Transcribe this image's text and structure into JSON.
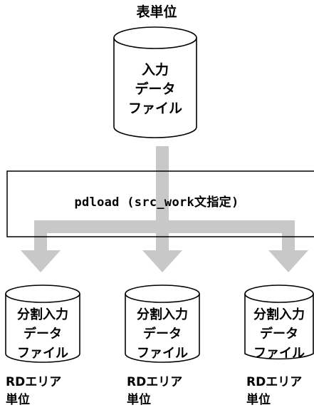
{
  "top": {
    "title": "表単位",
    "file_lines": [
      "入力",
      "データ",
      "ファイル"
    ]
  },
  "process": {
    "label": "pdload (src_work文指定)"
  },
  "outputs": [
    {
      "file_lines": [
        "分割入力",
        "データ",
        "ファイル"
      ],
      "caption_lines": [
        "RDエリア",
        "単位"
      ]
    },
    {
      "file_lines": [
        "分割入力",
        "データ",
        "ファイル"
      ],
      "caption_lines": [
        "RDエリア",
        "単位"
      ]
    },
    {
      "file_lines": [
        "分割入力",
        "データ",
        "ファイル"
      ],
      "caption_lines": [
        "RDエリア",
        "単位"
      ]
    }
  ],
  "colors": {
    "arrow": "#c8c8c8",
    "line": "#000000"
  }
}
